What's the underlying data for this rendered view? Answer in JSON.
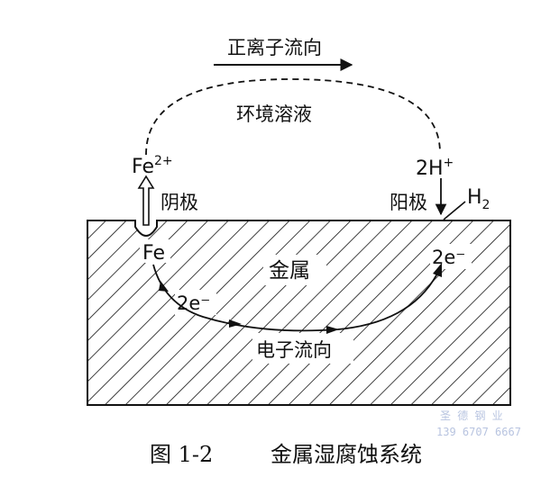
{
  "labels": {
    "ion_flow": "正离子流向",
    "solution": "环境溶液",
    "fe_ion_base": "Fe",
    "fe_ion_charge": "2+",
    "h_ion_base": "2H",
    "h_ion_charge": "+",
    "cathode": "阴极",
    "anode": "阳极",
    "h2_base": "H",
    "h2_sub": "2",
    "fe_metal": "Fe",
    "metal": "金属",
    "electrons_left": "2e⁻",
    "electrons_right": "2e⁻",
    "electron_flow": "电子流向"
  },
  "caption": {
    "number": "图 1-2",
    "title": "金属湿腐蚀系统"
  },
  "watermark": {
    "line1": "圣 德 钢 业",
    "line2": "139 6707 6667"
  },
  "colors": {
    "ink": "#111111",
    "watermark": "#b8c4e0"
  }
}
